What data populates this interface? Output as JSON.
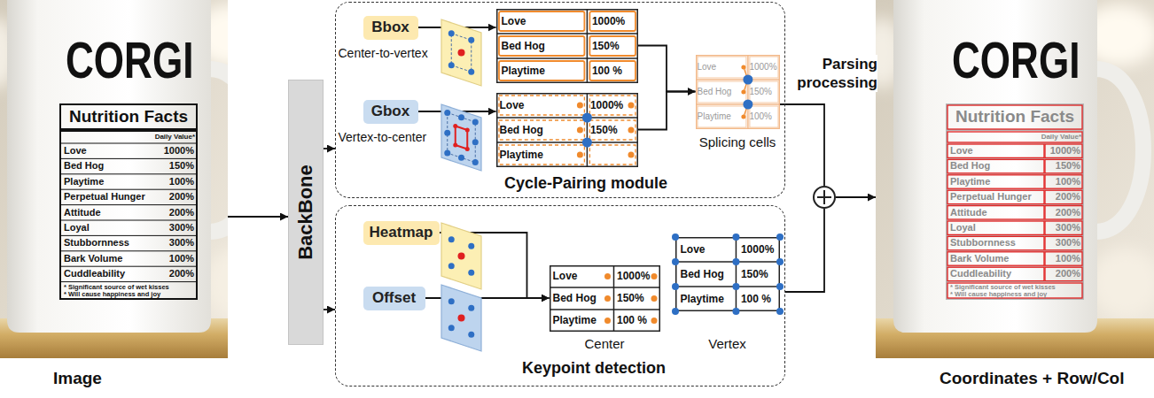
{
  "diagram": {
    "nodes": [
      {
        "text": [
          "Image"
        ]
      },
      {
        "text": [
          "BackBone"
        ]
      },
      {
        "text": [
          "Cycle-Pairing module"
        ]
      },
      {
        "text": [
          "Bbox",
          "Center-to-vertex"
        ],
        "in": 2
      },
      {
        "text": [
          "Love",
          "1000%",
          "Bed Hog",
          "150%",
          "Playtime",
          "100 %"
        ],
        "in": 2
      },
      {
        "text": [
          "Gbox",
          "Vertex-to-center"
        ],
        "in": 2
      },
      {
        "text": [
          "Love",
          "1000%",
          "Bed Hog",
          "150%",
          "Playtime"
        ],
        "in": 2
      },
      {
        "text": [
          "Love",
          "1000%",
          "Bed Hog",
          "150%",
          "Playtime",
          "100%",
          "Splicing cells"
        ],
        "in": 2
      },
      {
        "text": [
          "Keypoint detection"
        ]
      },
      {
        "text": [
          "Heatmap"
        ],
        "in": 8
      },
      {
        "text": [
          "Offset"
        ],
        "in": 8
      },
      {
        "text": [
          "Love",
          "1000%",
          "Bed Hog",
          "150%",
          "Playtime",
          "100 %",
          "Center"
        ],
        "in": 8
      },
      {
        "text": [
          "Love",
          "1000%",
          "Bed Hog",
          "150%",
          "Playtime",
          "100 %",
          "Vertex"
        ],
        "in": 8
      },
      {
        "text": [
          "Parsing processing"
        ]
      },
      {
        "text": [
          "Coordinates + Row/Col"
        ]
      }
    ],
    "edges": [
      {
        "from": 0,
        "to": 1,
        "arrow": "to"
      },
      {
        "from": 1,
        "to": 2,
        "arrow": "to"
      },
      {
        "from": 1,
        "to": 8,
        "arrow": "to"
      },
      {
        "from": 3,
        "to": 4,
        "arrow": "to"
      },
      {
        "from": 5,
        "to": 6,
        "arrow": "to"
      },
      {
        "from": 4,
        "to": 7,
        "arrow": "to"
      },
      {
        "from": 6,
        "to": 7,
        "arrow": "to"
      },
      {
        "from": 9,
        "to": 11,
        "arrow": "to"
      },
      {
        "from": 10,
        "to": 11,
        "arrow": "to"
      },
      {
        "from": 7,
        "to": 13,
        "arrow": "none"
      },
      {
        "from": 8,
        "to": 13,
        "arrow": "none"
      },
      {
        "from": 13,
        "to": 14,
        "arrow": "to"
      }
    ],
    "labels": [
      "CORGI",
      "Nutrition Facts",
      "Daily Value*",
      "Love",
      "1000%",
      "Bed Hog",
      "150%",
      "Playtime",
      "100%",
      "Perpetual Hunger",
      "200%",
      "Attitude",
      "200%",
      "Loyal",
      "300%",
      "Stubbornness",
      "300%",
      "Bark Volume",
      "100%",
      "Cuddleability",
      "200%",
      "* Significant source of wet kisses",
      "* Will cause happiness and joy",
      "CORGI",
      "Nutrition Facts",
      "Daily Value*",
      "Love",
      "1000%",
      "Bed Hog",
      "150%",
      "Playtime",
      "100%",
      "Perpetual Hunger",
      "200%",
      "Attitude",
      "200%",
      "Loyal",
      "300%",
      "Stubbornness",
      "300%",
      "Bark Volume",
      "100%",
      "Cuddleability",
      "200%",
      "* Significant source of wet kisses",
      "* Will cause happiness and joy"
    ]
  }
}
